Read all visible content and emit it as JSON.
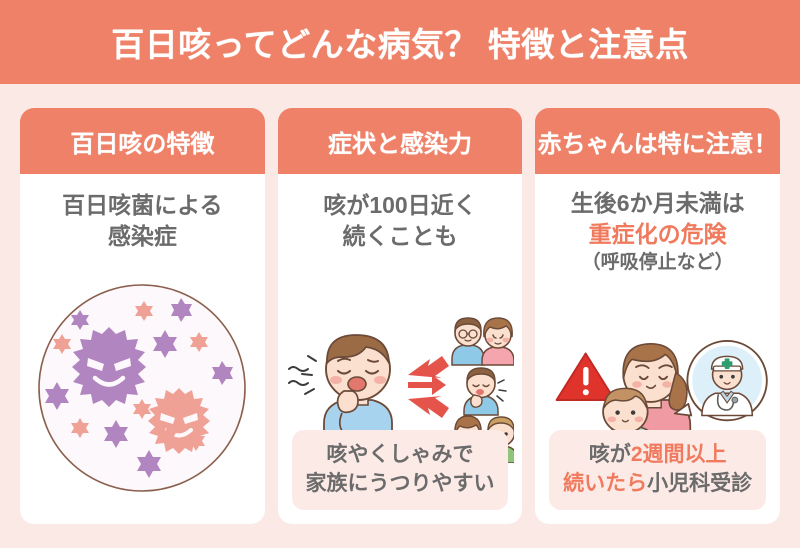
{
  "header": {
    "title": "百日咳ってどんな病気？ 特徴と注意点",
    "background_color": "#ee8167",
    "text_color": "#ffffff"
  },
  "page": {
    "background_color": "#fbe9e5",
    "card_background": "#ffffff",
    "accent_color": "#f07a5e",
    "body_text_color": "#6b6b6b",
    "footer_pill_background": "#fceae6"
  },
  "cards": [
    {
      "id": "features",
      "header": "百日咳の特徴",
      "lead_line1": "百日咳菌による",
      "lead_line2": "感染症",
      "illustration": "germ-circle-icon",
      "footer": null
    },
    {
      "id": "symptoms",
      "header": "症状と感染力",
      "lead_line1": "咳が100日近く",
      "lead_line2": "続くことも",
      "illustration": "coughing-boy-spreading-icon",
      "footer_line1": "咳やくしゃみで",
      "footer_line2": "家族にうつりやすい"
    },
    {
      "id": "babies",
      "header": "赤ちゃんは特に注意！",
      "lead_line1": "生後6か月未満は",
      "lead_line2_highlight": "重症化の危険",
      "lead_line3_paren": "（呼吸停止など）",
      "illustration": "mother-baby-doctor-icon",
      "footer_line1_plain": "咳が",
      "footer_line1_highlight": "2週間以上",
      "footer_line2_highlight": "続いたら",
      "footer_line2_plain": "小児科受診"
    }
  ]
}
